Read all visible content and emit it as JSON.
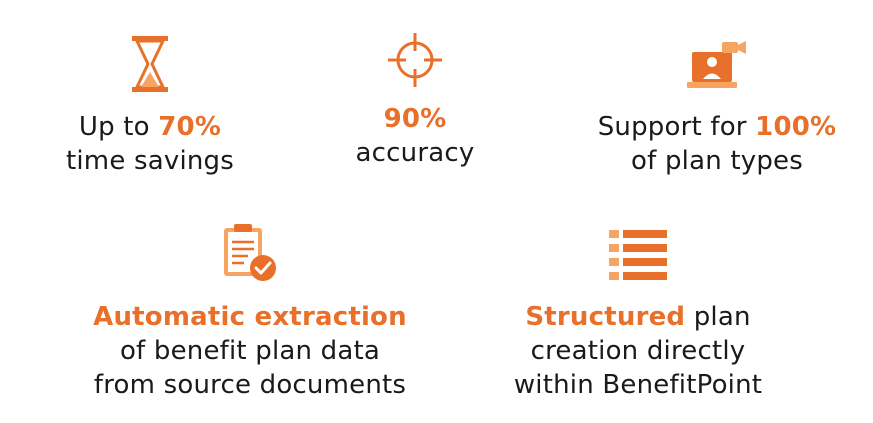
{
  "colors": {
    "accent": "#e8702a",
    "accent_light": "#f6a45f",
    "text": "#1a1a1a"
  },
  "features": [
    {
      "icon": "hourglass-icon",
      "highlight": "70%",
      "line1_prefix": "Up to ",
      "line2": "time savings"
    },
    {
      "icon": "crosshair-target-icon",
      "highlight": "90%",
      "line2": "accuracy"
    },
    {
      "icon": "video-call-laptop-icon",
      "highlight": "100%",
      "line1_prefix": "Support for ",
      "line2": "of plan types"
    },
    {
      "icon": "clipboard-check-icon",
      "highlight": "Automatic extraction",
      "line2": "of benefit plan data",
      "line3": "from source documents"
    },
    {
      "icon": "list-icon",
      "highlight": "Structured",
      "line1_suffix": " plan",
      "line2": "creation directly",
      "line3": "within BenefitPoint"
    }
  ]
}
